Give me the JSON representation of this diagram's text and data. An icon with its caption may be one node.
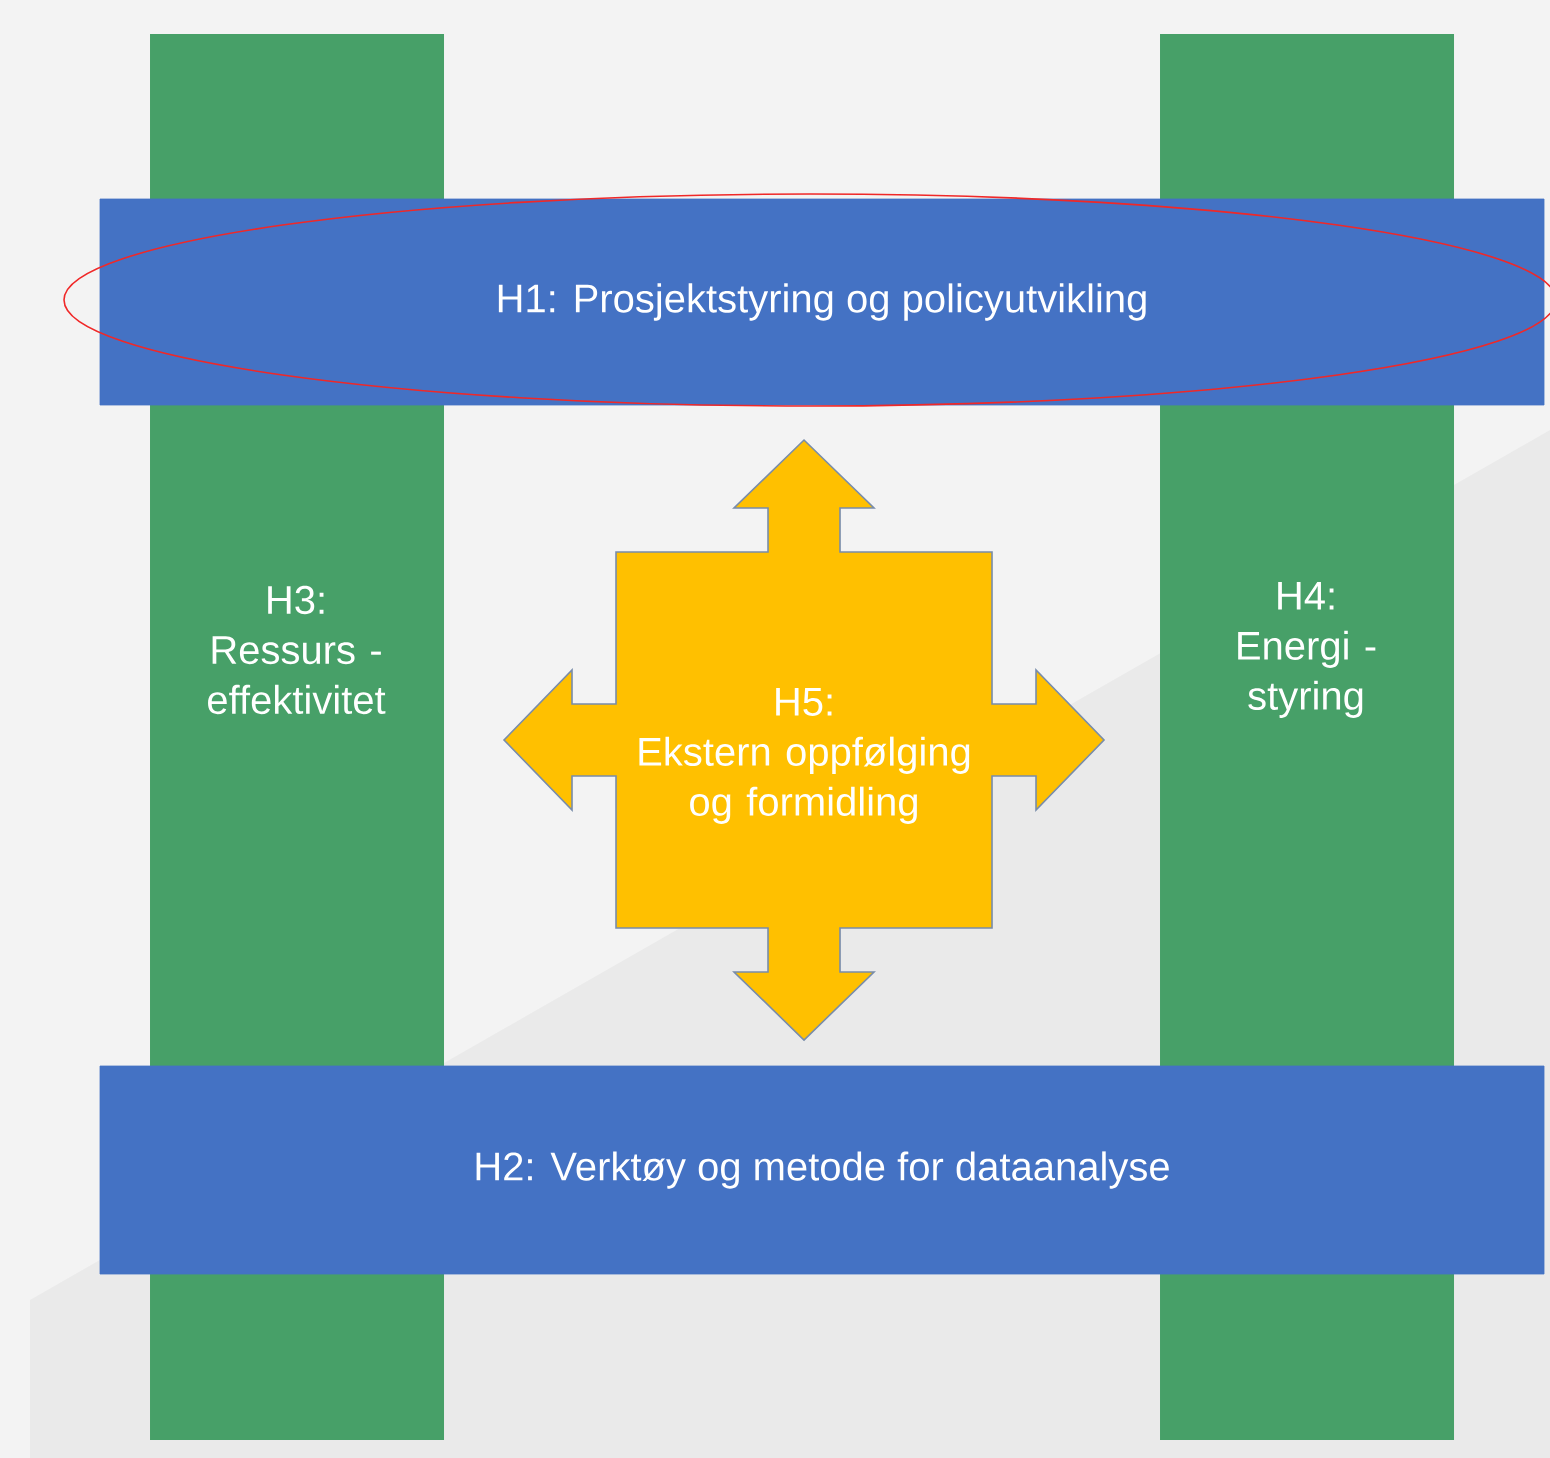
{
  "diagram": {
    "nodes": [
      {
        "text": [
          "H1: Prosjektstyring og policyutvikling"
        ]
      },
      {
        "text": [
          "H3:",
          "Ressurs - effektivitet"
        ]
      },
      {
        "text": [
          "H5:",
          "Ekstern oppfølging og formidling"
        ]
      },
      {
        "text": [
          "H4:",
          "Energi - styring"
        ]
      },
      {
        "text": [
          "H2: Verktøy og metode for dataanalyse"
        ]
      }
    ]
  }
}
